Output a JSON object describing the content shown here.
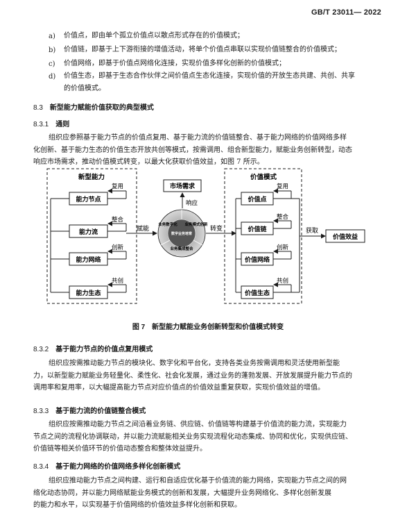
{
  "header": {
    "std_number": "GB/T 23011— 2022"
  },
  "list_items": [
    {
      "tag": "a)",
      "lines": [
        "价值点，即由单个孤立价值点以散点形式存在的价值模式；"
      ]
    },
    {
      "tag": "b)",
      "lines": [
        "价值链，即基于上下游衔接的增值活动，将单个价值点串联以实现价值链整合的价值模式；"
      ]
    },
    {
      "tag": "c)",
      "lines": [
        "价值网络，即基于价值点网络化连接，实现价值多样化创新的价值模式；"
      ]
    },
    {
      "tag": "d)",
      "lines": [
        "价值生态，即基于生态合作伙伴之间价值点生态化连接，实现价值的开放生态共建、共创、共享",
        "的价值模式。"
      ]
    }
  ],
  "sections": [
    {
      "num": "8.3",
      "title": "新型能力赋能价值获取的典型模式"
    },
    {
      "num": "8.3.1",
      "title": "通则"
    },
    {
      "num": "8.3.2",
      "title": "基于能力节点的价值点复用模式"
    },
    {
      "num": "8.3.3",
      "title": "基于能力流的价值链整合模式"
    },
    {
      "num": "8.3.4",
      "title": "基于能力网络的价值网络多样化创新模式"
    }
  ],
  "paragraphs": {
    "p831": [
      "组织应参照基于能力节点的价值点复用、基于能力流的价值链整合、基于能力网络的价值网络多样",
      "化创新、基于能力生态的价值生态开放共创等模式，按需调用、组合新型能力，赋能业务创新转型，动态",
      "响应市场需求，推动价值模式转变，以最大化获取价值效益，如图 7 所示。"
    ],
    "p832": [
      "组织应按需推动能力节点的模块化、数字化和平台化，支持各类业务按需调用和灵活使用新型能",
      "力，以新型能力赋能业务轻量化、柔性化、社会化发展，通过业务的蓬勃发展、开放发展提升能力节点的",
      "调用率和复用率，以大幅提高能力节点对应价值点的价值效益重复获取，实现价值效益的增值。"
    ],
    "p833": [
      "组织应按需推动能力节点之间沿着业务链、供应链、价值链等构建基于价值流的能力流，实现能力",
      "节点之间的流程化协调联动，并以能力流赋能相关业务实现流程化动态集成、协同和优化，实现供应链、",
      "价值链等相关价值环节的价值动态整合和整体效益提升。"
    ],
    "p834": [
      "组织应推动能力节点之间构建、运行和自适应优化基于价值流的能力网络，实现能力节点之间的网",
      "络化动态协同，并以能力网络赋能业务模式的创新和发展，大幅提升业务网络化、多样化创新发展",
      "的能力和水平，以实现基于价值网络的价值效益多样化创新和获取。"
    ]
  },
  "figure": {
    "caption": "图 7　新型能力赋能业务创新转型和价值模式转变",
    "left_box": {
      "title": "新型能力",
      "items": [
        "能力节点",
        "能力流",
        "能力网络",
        "能力生态"
      ],
      "arrows": [
        "复用",
        "整合",
        "创新",
        "共创"
      ]
    },
    "middle": {
      "market": "市场需求",
      "respond": "响应",
      "enable": "赋能",
      "transform": "转变",
      "circle_labels": [
        "业务数字化",
        "业务模式创新",
        "业务集成整合",
        "数字业务培育"
      ]
    },
    "right_box": {
      "title": "价值模式",
      "items": [
        "价值点",
        "价值链",
        "价值网络",
        "价值生态"
      ],
      "arrows": [
        "复用",
        "整合",
        "创新",
        "共创"
      ],
      "acquire": "获取",
      "output": "价值效益"
    }
  }
}
